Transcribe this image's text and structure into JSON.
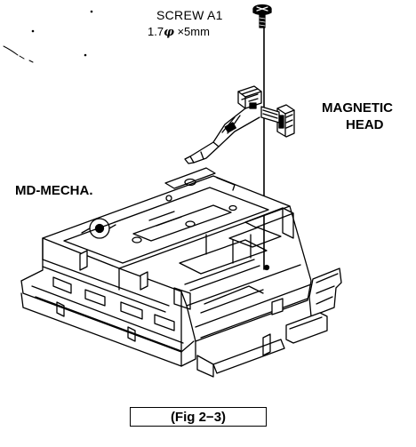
{
  "screw": {
    "title": "SCREW A1",
    "diameter": "1.7",
    "phi_symbol": "φ",
    "length": "×5mm"
  },
  "magnetic_head": {
    "line1": "MAGNETIC",
    "line2": "HEAD"
  },
  "mechanism": {
    "label": "MD-MECHA."
  },
  "figure": {
    "caption": "(Fig 2−3)"
  },
  "colors": {
    "ink": "#000000",
    "paper": "#ffffff"
  }
}
